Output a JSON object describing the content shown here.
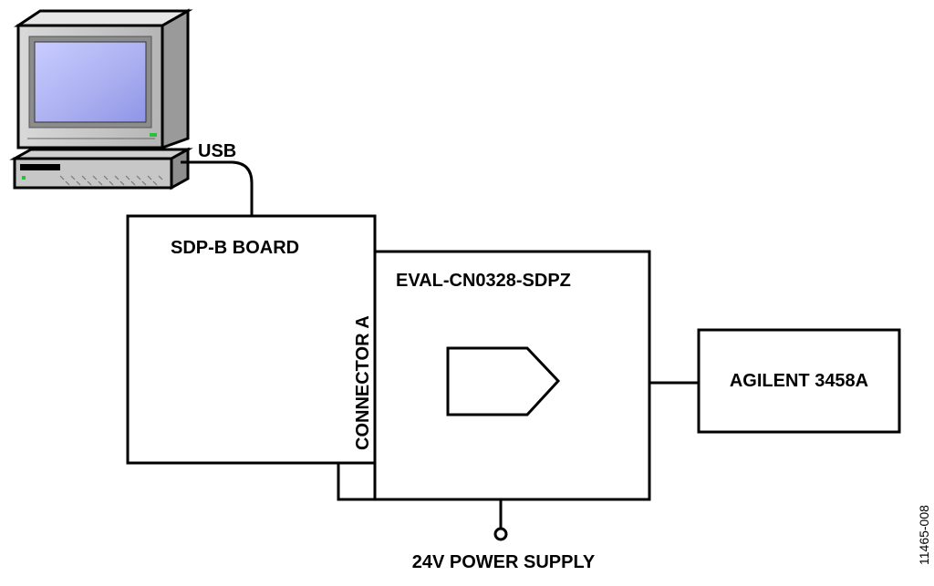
{
  "usb_label": "USB",
  "sdp_board": {
    "label": "SDP-B BOARD"
  },
  "connector": {
    "label": "CONNECTOR A"
  },
  "eval_board": {
    "label": "EVAL-CN0328-SDPZ"
  },
  "meter": {
    "label": "AGILENT 3458A"
  },
  "power": {
    "label": "24V POWER SUPPLY"
  },
  "figure_id": "11465-008"
}
